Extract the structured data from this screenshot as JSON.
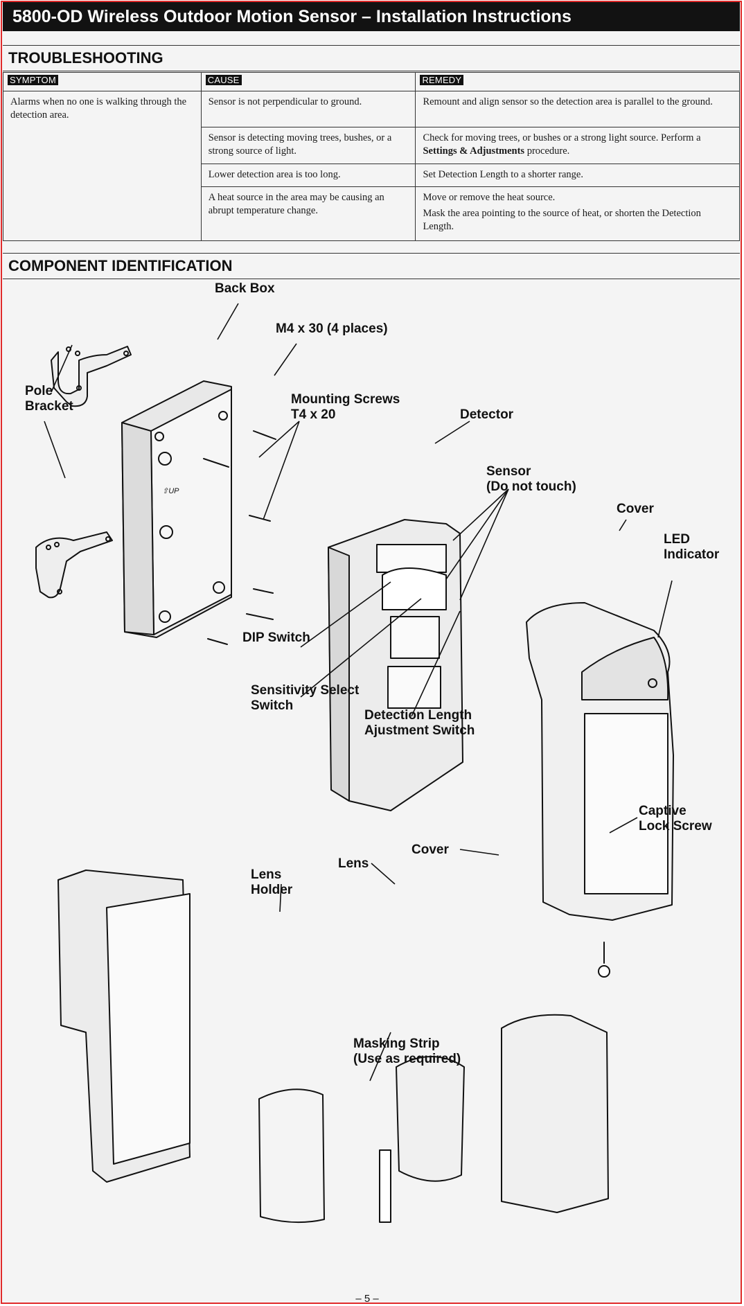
{
  "header": {
    "title": "5800-OD Wireless Outdoor Motion Sensor –  Installation Instructions"
  },
  "troubleshooting": {
    "heading": "TROUBLESHOOTING",
    "columns": [
      "SYMPTOM",
      "CAUSE",
      "REMEDY"
    ],
    "symptom": "Alarms when no one is walking through the detection area.",
    "rows": [
      {
        "cause": "Sensor is not perpendicular to ground.",
        "remedy": [
          "Remount and align sensor so the detection area is parallel to the ground."
        ]
      },
      {
        "cause": "Sensor is detecting moving trees, bushes, or a strong source of light.",
        "remedy_prefix": "Check for moving trees, or bushes or a strong light source. Perform a ",
        "remedy_bold": "Settings & Adjustments",
        "remedy_suffix": " procedure."
      },
      {
        "cause": "Lower detection area is too long.",
        "remedy": [
          "Set Detection Length to a shorter range."
        ]
      },
      {
        "cause": "A heat source in the area may be causing an abrupt temperature change.",
        "remedy": [
          "Move or remove the heat source.",
          "Mask the area pointing to the source of heat, or shorten the Detection Length."
        ]
      }
    ]
  },
  "components": {
    "heading": "COMPONENT IDENTIFICATION",
    "labels": {
      "back_box": "Back Box",
      "m4_screws": "M4 x 30 (4 places)",
      "pole_bracket_1": "Pole",
      "pole_bracket_2": "Bracket",
      "mounting_screws_1": "Mounting Screws",
      "mounting_screws_2": "T4 x 20",
      "detector": "Detector",
      "sensor_1": "Sensor",
      "sensor_2": "(Do not touch)",
      "cover": "Cover",
      "led_1": "LED",
      "led_2": "Indicator",
      "dip_switch": "DIP Switch",
      "sensitivity_1": "Sensitivity Select",
      "sensitivity_2": "Switch",
      "detection_length_1": "Detection Length",
      "detection_length_2": "Ajustment Switch",
      "captive_1": "Captive",
      "captive_2": "Lock Screw",
      "cover_lower": "Cover",
      "lens": "Lens",
      "lens_holder_1": "Lens",
      "lens_holder_2": "Holder",
      "up_mark": "⇧UP",
      "masking_1": "Masking Strip",
      "masking_2": "(Use as required)"
    }
  },
  "footer": {
    "page": "– 5 –"
  }
}
